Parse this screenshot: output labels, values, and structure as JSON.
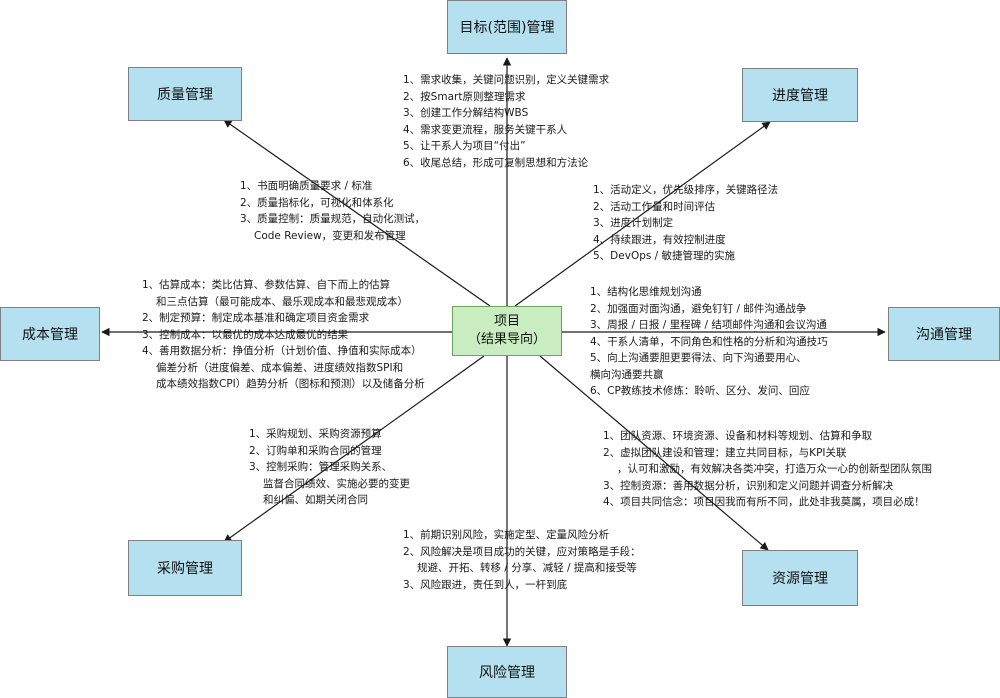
{
  "center": {
    "line1": "项目",
    "line2": "（结果导向）"
  },
  "boxes": {
    "scope": "目标(范围)管理",
    "quality": "质量管理",
    "schedule": "进度管理",
    "cost": "成本管理",
    "communication": "沟通管理",
    "procurement": "采购管理",
    "resource": "资源管理",
    "risk": "风险管理"
  },
  "notes": {
    "scope": [
      "1、需求收集，关键问题识别，定义关键需求",
      "2、按Smart原则整理需求",
      "3、创建工作分解结构WBS",
      "4、需求变更流程，服务关键干系人",
      "5、让干系人为项目“付出”",
      "6、收尾总结，形成可复制思想和方法论"
    ],
    "quality": [
      "1、书面明确质量要求 / 标准",
      "2、质量指标化，可视化和体系化",
      "3、质量控制：质量规范，自动化测试，",
      "Code Review，变更和发布管理"
    ],
    "schedule": [
      "1、活动定义，优先级排序，关键路径法",
      "2、活动工作量和时间评估",
      "3、进度计划制定",
      "4、持续跟进，有效控制进度",
      "5、DevOps / 敏捷管理的实施"
    ],
    "cost": [
      "1、估算成本：类比估算、参数估算、自下而上的估算",
      "和三点估算（最可能成本、最乐观成本和最悲观成本）",
      "2、制定预算：制定成本基准和确定项目资金需求",
      "3、控制成本：以最优的成本达成最优的结果",
      "4、善用数据分析：挣值分析（计划价值、挣值和实际成本）",
      "偏差分析（进度偏差、成本偏差、进度绩效指数SPI和",
      "成本绩效指数CPI）趋势分析（图标和预测）以及储备分析"
    ],
    "communication": [
      "1、结构化思维规划沟通",
      "2、加强面对面沟通，避免钉钉 / 邮件沟通战争",
      "3、周报 / 日报 / 里程碑 / 结项邮件沟通和会议沟通",
      "4、干系人清单，不同角色和性格的分析和沟通技巧",
      "5、向上沟通要胆更要得法、向下沟通要用心、",
      "横向沟通要共赢",
      "6、CP教练技术修炼：聆听、区分、发问、回应"
    ],
    "procurement": [
      "1、采购规划、采购资源预算",
      "2、订购单和采购合同的管理",
      "3、控制采购：管理采购关系、",
      "监督合同绩效、实施必要的变更",
      "和纠偏、如期关闭合同"
    ],
    "resource": [
      "1、团队资源、环境资源、设备和材料等规划、估算和争取",
      "2、虚拟团队建设和管理：建立共同目标，与KPI关联",
      "，认可和激励，有效解决各类冲突，打造万众一心的创新型团队氛围",
      "3、控制资源：善用数据分析，识别和定义问题并调查分析解决",
      "4、项目共同信念：项目因我而有所不同，此处非我莫属，项目必成！"
    ],
    "risk": [
      "1、前期识别风险，实施定型、定量风险分析",
      "2、风险解决是项目成功的关键，应对策略是手段：",
      "规避、开拓、转移 / 分享、减轻 / 提高和接受等",
      "3、风险跟进，责任到人，一杆到底"
    ]
  }
}
